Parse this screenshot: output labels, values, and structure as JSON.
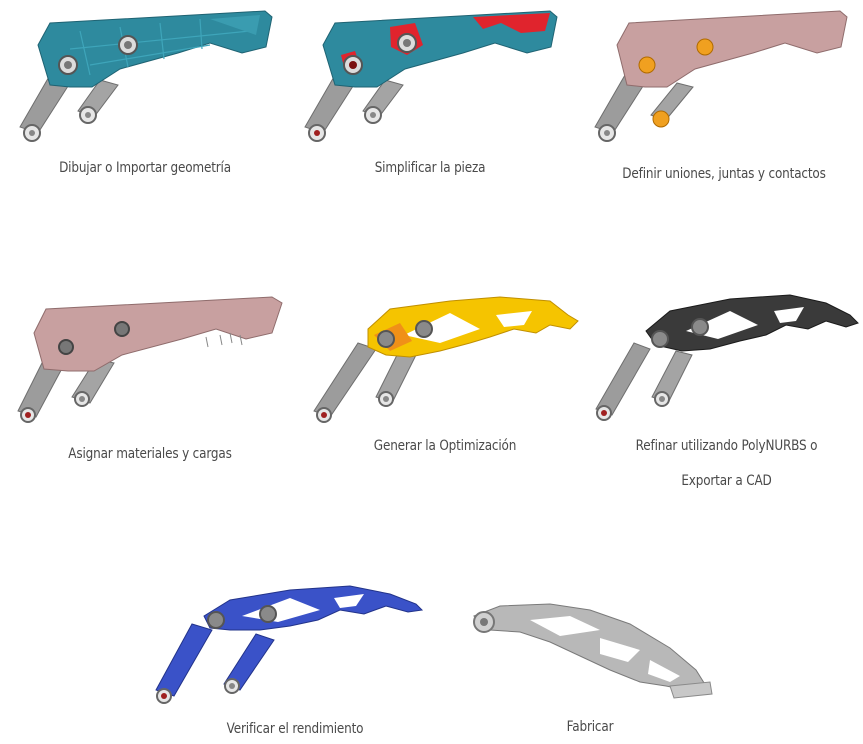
{
  "steps": [
    {
      "id": 1,
      "caption": "Dibujar o Importar geometría",
      "render": "teal-plate"
    },
    {
      "id": 2,
      "caption": "Simplificar la pieza",
      "render": "teal-plate-red-regions"
    },
    {
      "id": 3,
      "caption": "Definir uniones, juntas y contactos",
      "render": "pink-plate-orange-joints"
    },
    {
      "id": 4,
      "caption": "Asignar materiales y cargas",
      "render": "pink-plate-loads"
    },
    {
      "id": 5,
      "caption": "Generar la Optimización",
      "render": "yellow-optimized-lattice"
    },
    {
      "id": 6,
      "caption_line1": "Refinar utilizando PolyNURBS o",
      "caption_line2": "Exportar a CAD",
      "render": "dark-gray-lattice"
    },
    {
      "id": 7,
      "caption": "Verificar el rendimiento",
      "render": "blue-lattice"
    },
    {
      "id": 8,
      "caption": "Fabricar",
      "render": "metal-printed-part"
    }
  ],
  "colors": {
    "teal": "#2e8a9e",
    "red": "#e0242d",
    "pink": "#c8a0a0",
    "orange": "#f0a020",
    "yellow": "#f5c400",
    "dark": "#3a3a3a",
    "blue": "#3a52c8",
    "metal": "#b4b4b4",
    "arm": "#9a9a9a"
  }
}
